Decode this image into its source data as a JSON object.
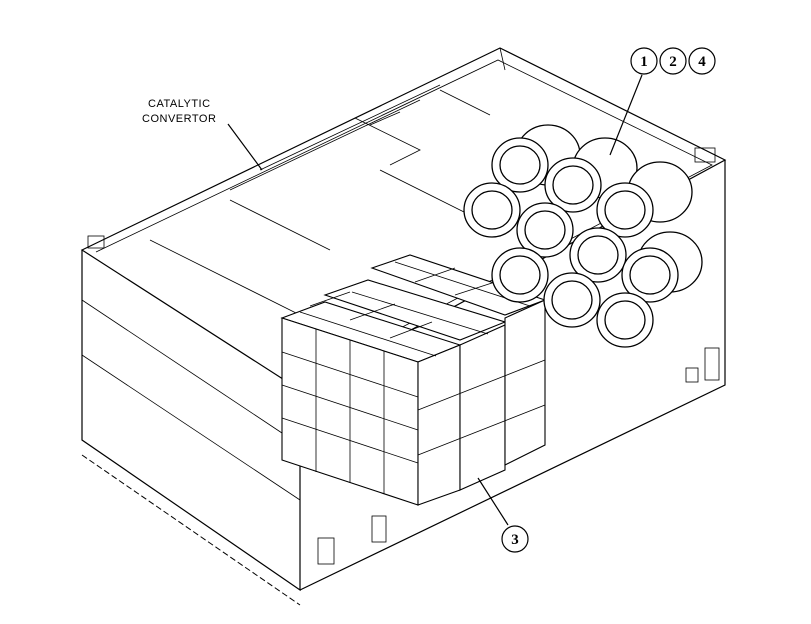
{
  "labels": {
    "catalytic_line1": "CATALYTIC",
    "catalytic_line2": "CONVERTOR"
  },
  "callouts": {
    "c1": "1",
    "c2": "2",
    "c4": "4",
    "c3": "3"
  },
  "colors": {
    "line": "#000000",
    "background": "#ffffff"
  }
}
